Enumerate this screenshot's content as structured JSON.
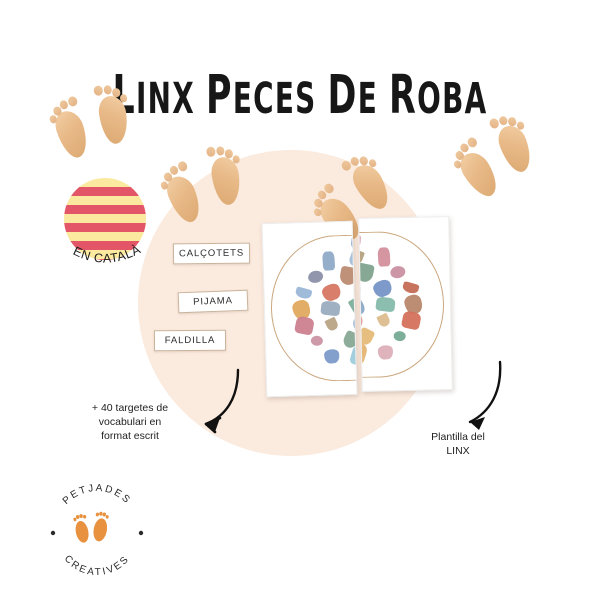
{
  "poster": {
    "title_first_letter": "L",
    "title_rest": "INX ",
    "title_word2_cap": "P",
    "title_word2_rest": "ECES ",
    "title_word3_cap": "D",
    "title_word3_rest": "E ",
    "title_word4_cap": "R",
    "title_word4_rest": "OBA",
    "title_full": "LINX PECES DE ROBA",
    "background_color": "#ffffff",
    "circle_color": "#fbeade"
  },
  "badge": {
    "caption": "EN CATALÀ",
    "stripe_yellow": "#fbe9a0",
    "stripe_red": "#e25667",
    "name": "catalan-flag-badge"
  },
  "word_cards": [
    {
      "label": "CALÇOTETS"
    },
    {
      "label": "PIJAMA"
    },
    {
      "label": "FALDILLA"
    }
  ],
  "linx_cards": [
    {
      "name": "linx-template-left",
      "side": "left"
    },
    {
      "name": "linx-template-right",
      "side": "right"
    }
  ],
  "annotations": {
    "left": {
      "line1": "+ 40 targetes de",
      "line2": "vocabulari en",
      "line3": "format escrit"
    },
    "right": {
      "line1": "Plantilla del",
      "line2": "LINX"
    }
  },
  "logo": {
    "top_text": "PETJADES",
    "bottom_text": "CREATIVES",
    "footprint_color": "#e8913f"
  },
  "footprints": {
    "color_light": "#f2cfa5",
    "color_mid": "#e8b987",
    "color_dark": "#dba871",
    "groups": [
      {
        "name": "footprints-top-left",
        "rotation": -14
      },
      {
        "name": "footprints-upper-middle",
        "rotation": -18
      },
      {
        "name": "footprints-center",
        "rotation": -38
      },
      {
        "name": "footprints-top-right",
        "rotation": -30
      }
    ]
  }
}
